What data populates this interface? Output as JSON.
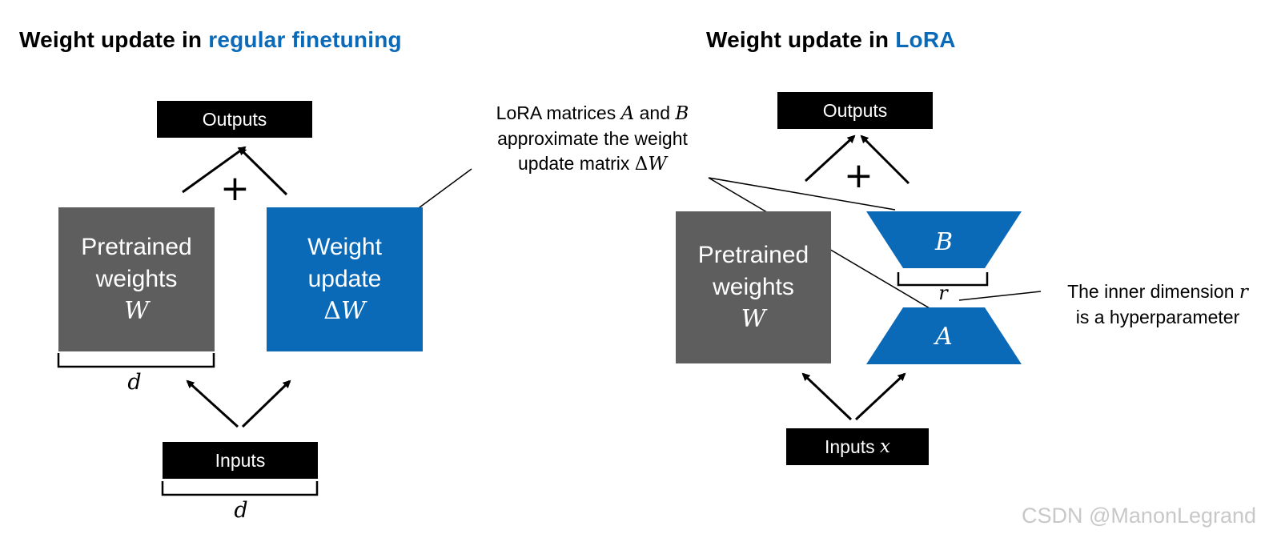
{
  "left_panel": {
    "title_prefix": "Weight update in ",
    "title_highlight": "regular finetuning",
    "outputs_label": "Outputs",
    "plus_symbol": "+",
    "pretrained_box": {
      "line1": "Pretrained",
      "line2": "weights",
      "symbol": "W"
    },
    "update_box": {
      "line1": "Weight",
      "line2": "update",
      "delta": "Δ",
      "symbol": "W"
    },
    "dimension_label_weights": "d",
    "inputs_label": "Inputs",
    "dimension_label_inputs": "d"
  },
  "callout": {
    "line1_prefix": "LoRA matrices ",
    "matrix_a": "A",
    "line1_and": " and ",
    "matrix_b": "B",
    "line2": "approximate the weight",
    "line3_prefix": "update matrix ",
    "delta": "Δ",
    "symbol_w": "W"
  },
  "right_panel": {
    "title_prefix": "Weight update in ",
    "title_highlight": "LoRA",
    "outputs_label": "Outputs",
    "plus_symbol": "+",
    "pretrained_box": {
      "line1": "Pretrained",
      "line2": "weights",
      "symbol": "W"
    },
    "matrix_b_label": "B",
    "matrix_a_label": "A",
    "rank_label": "r",
    "inputs_label": "Inputs",
    "inputs_symbol": "x",
    "rank_note": {
      "line1_prefix": "The inner dimension ",
      "symbol": "r",
      "line2": "is a hyperparameter"
    }
  },
  "watermark": "CSDN @ManonLegrand",
  "colors": {
    "accent_blue": "#0b6ab8",
    "pretrained_gray": "#5e5e5e",
    "label_box_black": "#000000",
    "watermark_gray": "#c8c8c8"
  }
}
